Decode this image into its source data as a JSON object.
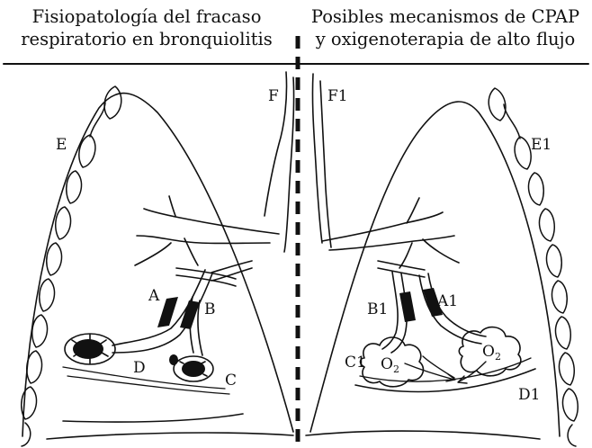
{
  "header": {
    "left": [
      "Fisiopatología del fracaso",
      "respiratorio en bronquiolitis"
    ],
    "right": [
      "Posibles mecanismos de CPAP",
      "y oxigenoterapia de alto flujo"
    ]
  },
  "labels": {
    "left": {
      "trachea": "F",
      "chest_wall": "E",
      "bronchus_a": "A",
      "bronchus_b": "B",
      "alveolus_c": "C",
      "alveolus_d": "D"
    },
    "right": {
      "trachea": "F1",
      "chest_wall": "E1",
      "bronchus_a": "A1",
      "bronchus_b": "B1",
      "alveolus_c": "C1",
      "alveolus_d": "D1"
    },
    "oxygen_main": "O",
    "oxygen_sub": "2"
  }
}
